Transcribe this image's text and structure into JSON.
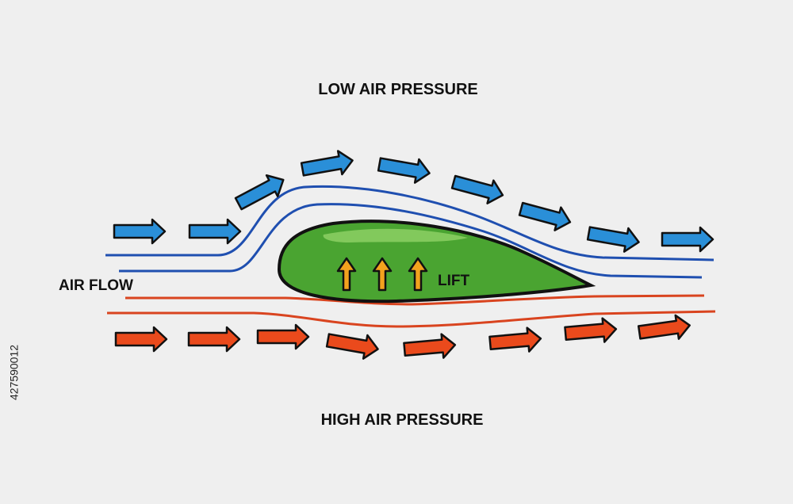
{
  "labels": {
    "top": "LOW AIR PRESSURE",
    "bottom": "HIGH AIR PRESSURE",
    "air_flow": "AIR FLOW",
    "lift": "LIFT"
  },
  "stock_id": "427590012",
  "colors": {
    "background": "#efefef",
    "upper_flow": "#1f4fb0",
    "upper_arrow": "#2a8fd8",
    "lower_flow": "#d9441f",
    "lower_arrow": "#ea4a1c",
    "airfoil": "#4aa431",
    "lift_arrow": "#f3a21e",
    "outline": "#111111"
  },
  "icons": {
    "upper_arrows": "arrow-right-icon",
    "lower_arrows": "arrow-right-icon",
    "lift_arrows": "arrow-up-icon"
  }
}
